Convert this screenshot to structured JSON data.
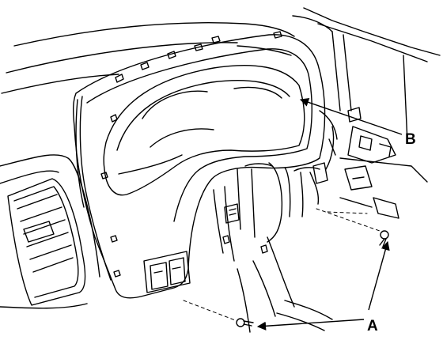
{
  "diagram": {
    "colors": {
      "ink": "#000000",
      "paper": "#ffffff"
    },
    "callouts": [
      {
        "id": "label-b",
        "text": "B",
        "target": "instrument-cluster-bezel"
      },
      {
        "id": "label-a",
        "text": "A",
        "target": "mounting-screws"
      }
    ]
  }
}
